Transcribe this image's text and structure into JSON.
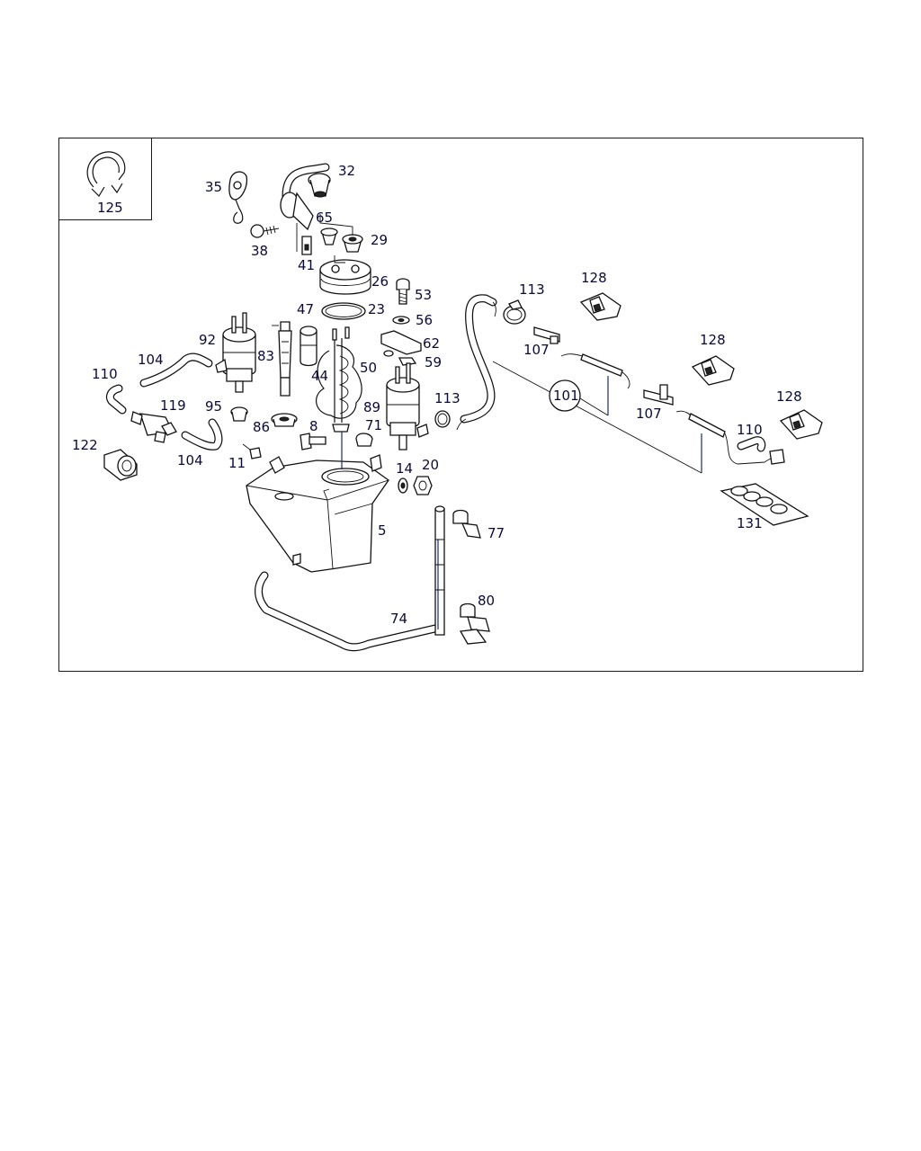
{
  "diagram": {
    "inset_label": "125",
    "callout_circle": "101",
    "labels": {
      "p32": "32",
      "p35": "35",
      "p65": "65",
      "p29": "29",
      "p38": "38",
      "p41": "41",
      "p26": "26",
      "p53": "53",
      "p47": "47",
      "p23": "23",
      "p56": "56",
      "p92": "92",
      "p62": "62",
      "p83": "83",
      "p59": "59",
      "p104a": "104",
      "p44": "44",
      "p50": "50",
      "p110a": "110",
      "p89": "89",
      "p113a": "113",
      "p95": "95",
      "p119": "119",
      "p8": "8",
      "p71": "71",
      "p86": "86",
      "p122": "122",
      "p104b": "104",
      "p11": "11",
      "p14": "14",
      "p20": "20",
      "p5": "5",
      "p77": "77",
      "p80": "80",
      "p74": "74",
      "p113b": "113",
      "p128a": "128",
      "p107a": "107",
      "p128b": "128",
      "p107b": "107",
      "p128c": "128",
      "p110b": "110",
      "p131": "131"
    }
  }
}
